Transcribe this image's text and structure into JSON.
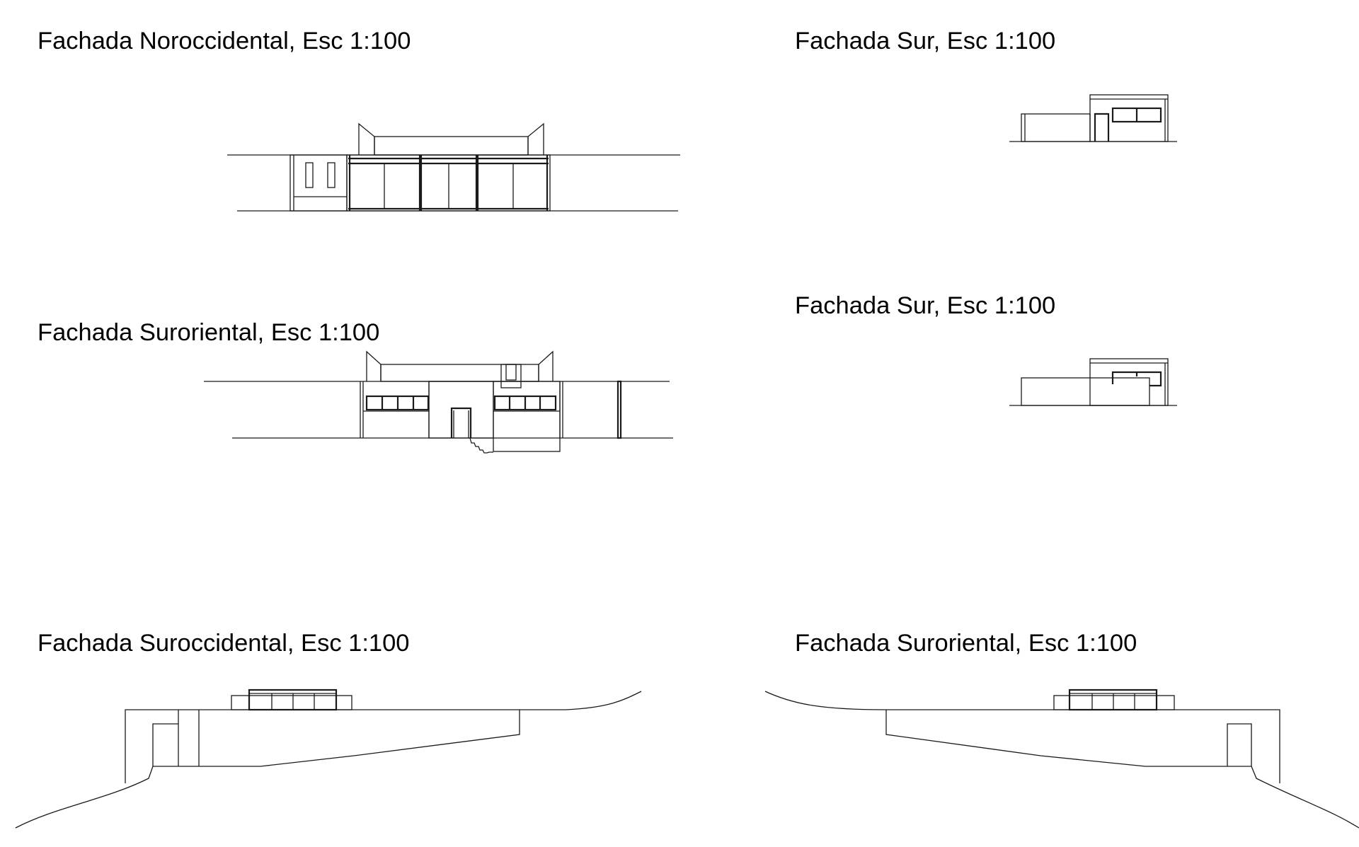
{
  "sheet": {
    "drawings": [
      {
        "id": "elev1",
        "title": "Fachada Noroccidental, Esc 1:100"
      },
      {
        "id": "elev2",
        "title": "Fachada Sur, Esc 1:100"
      },
      {
        "id": "elev3",
        "title": "Fachada Suroriental, Esc 1:100"
      },
      {
        "id": "elev4",
        "title": "Fachada Sur, Esc 1:100"
      },
      {
        "id": "elev5",
        "title": "Fachada Suroccidental, Esc 1:100"
      },
      {
        "id": "elev6",
        "title": "Fachada Suroriental, Esc 1:100"
      }
    ],
    "line_color": "#1a1a1a",
    "background": "#ffffff"
  }
}
